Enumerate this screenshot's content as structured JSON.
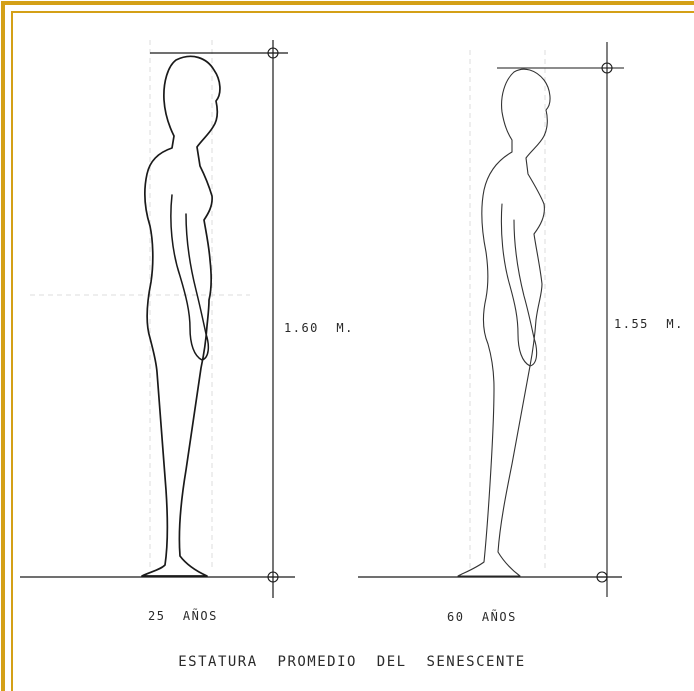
{
  "border_color": "#d4a017",
  "line_color": "#1a1a1a",
  "figure_left": {
    "height_label": "1.60  M.",
    "age_label": "25  AÑOS"
  },
  "figure_right": {
    "height_label": "1.55  M.",
    "age_label": "60  AÑOS"
  },
  "caption": "ESTATURA  PROMEDIO  DEL  SENESCENTE"
}
